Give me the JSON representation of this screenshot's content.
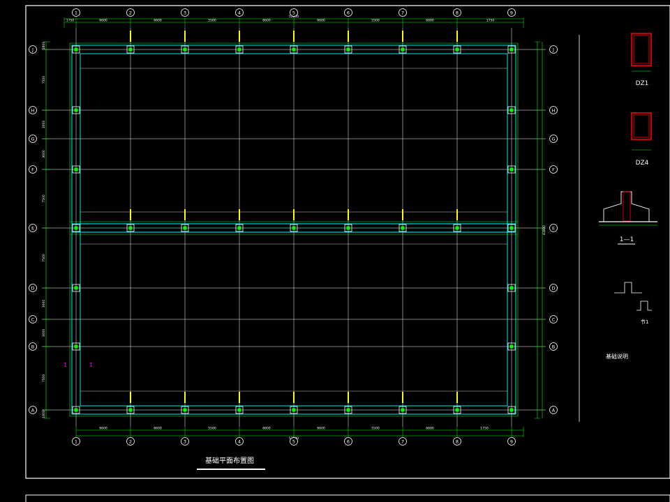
{
  "drawing": {
    "plan_title": "基础平面布置图",
    "grid_columns": [
      "1",
      "2",
      "3",
      "4",
      "5",
      "6",
      "7",
      "8",
      "9"
    ],
    "grid_rows": [
      "A",
      "B",
      "C",
      "D",
      "E",
      "F",
      "G",
      "H",
      "J"
    ],
    "top_dims": [
      "1750",
      "6600",
      "6600",
      "5500",
      "6600",
      "6600",
      "5500",
      "6600",
      "1750"
    ],
    "top_total": "52800",
    "bottom_dims": [
      "6600",
      "6600",
      "5500",
      "6600",
      "6600",
      "5500",
      "6600",
      "1750"
    ],
    "bottom_total": "52800",
    "left_dims": [
      "1800",
      "7500",
      "3000",
      "3000",
      "7500",
      "7500",
      "3000",
      "3000",
      "7500",
      "1800"
    ],
    "right_total": "41800",
    "section_marks": [
      "1",
      "1"
    ],
    "member_labels": [
      "DZ1",
      "DZ4"
    ],
    "section_title": "1—1",
    "detail_title": "节1",
    "notes_heading": "基础说明"
  },
  "colors": {
    "background": "#000000",
    "grid": "#ffffff",
    "wall": "#00ffff",
    "beam": "#00ff00",
    "dimension": "#00ff00",
    "text_yellow": "#ffff00",
    "text_magenta": "#ff00ff",
    "column_fill": "#ff0000"
  }
}
